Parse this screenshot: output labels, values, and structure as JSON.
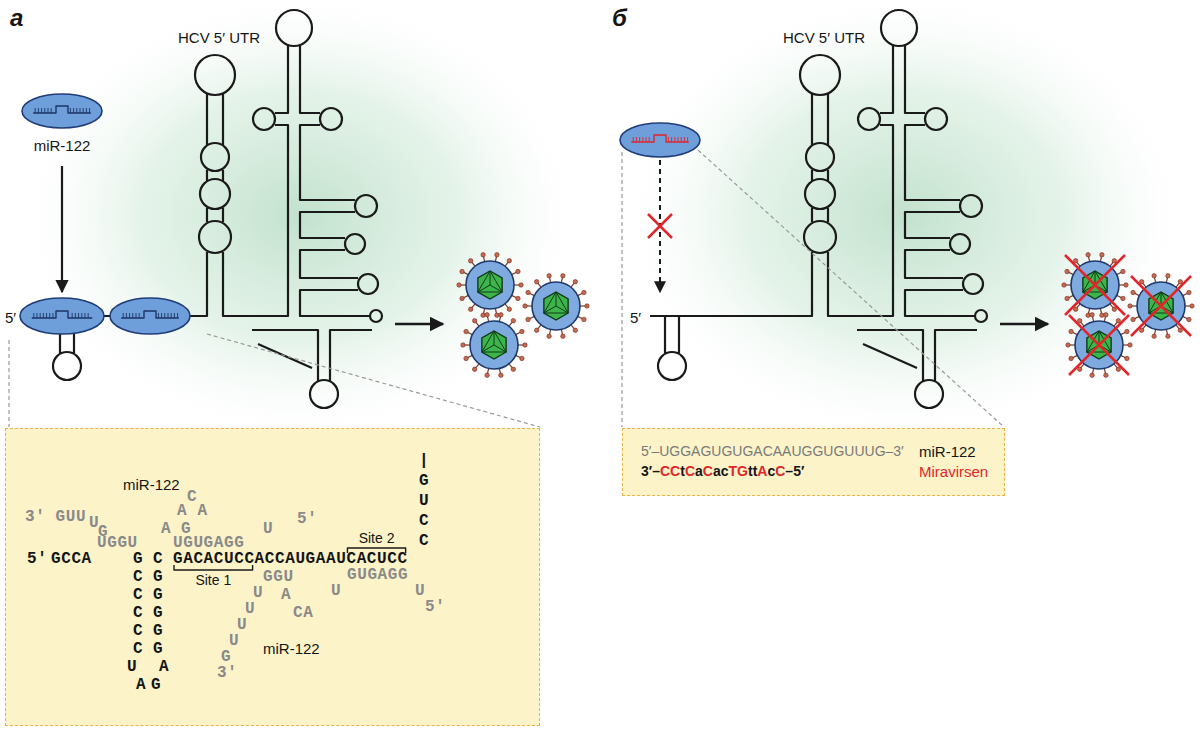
{
  "diagram": {
    "nodes": [
      {
        "text": [
          "miR-122"
        ]
      },
      {
        "text": [
          "miR-122",
          "C",
          "A A",
          "3′ GUU",
          "U",
          "G",
          "A",
          "G",
          "U",
          "5′",
          "UGGU",
          "UGUGAGG",
          "5′",
          "GCCA",
          "G",
          "C",
          "GACACUCCACCAUGAAUCACUCC",
          "|",
          "G",
          "U",
          "C",
          "C",
          "Site 2",
          "Site 1",
          "GGU",
          "U",
          "U",
          "U",
          "U",
          "G",
          "3′",
          "A",
          "CA",
          "U",
          "GUGAGG",
          "U",
          "5′",
          "miR-122",
          "C",
          "G",
          "C",
          "G",
          "C",
          "G",
          "C",
          "G",
          "C",
          "G",
          "U",
          "A",
          "A",
          "G"
        ]
      },
      {
        "text": [
          "5′–UGGAGUGUGACAAUGGUGUUUG–3′",
          "miR-122",
          "3′–CCtCaCacTGttAcC–5′",
          "Miravirsen"
        ]
      }
    ],
    "labels": [
      "а",
      "HCV 5′ UTR",
      "5′",
      "б",
      "HCV 5′ UTR",
      "5′"
    ]
  }
}
